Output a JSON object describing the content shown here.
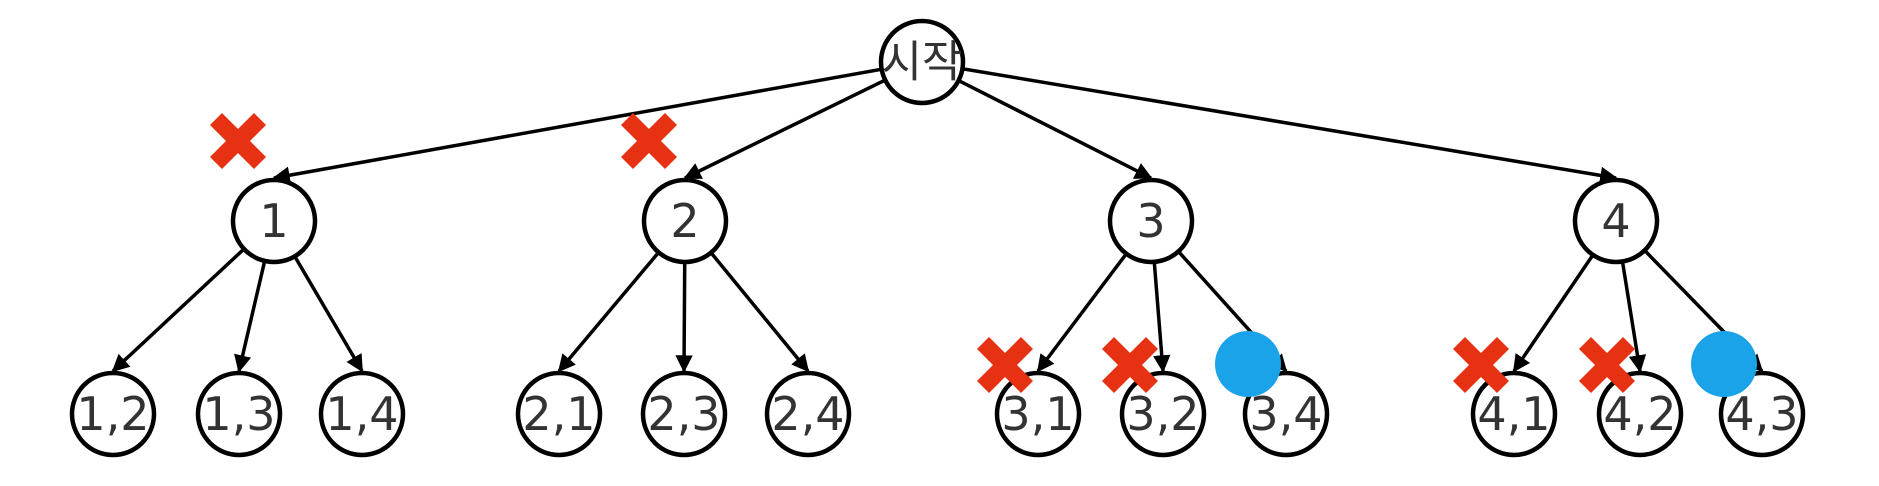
{
  "colors": {
    "background": "#ffffff",
    "node_stroke": "#000000",
    "label": "#333333",
    "pruned_mark": "#e63212",
    "success_mark": "#1aa3e8"
  },
  "root": {
    "label": "시작"
  },
  "level1": [
    {
      "label": "1",
      "mark": "x-icon"
    },
    {
      "label": "2",
      "mark": "x-icon"
    },
    {
      "label": "3",
      "mark": ""
    },
    {
      "label": "4",
      "mark": ""
    }
  ],
  "level2": [
    {
      "label": "1,2",
      "parent": "1",
      "mark": ""
    },
    {
      "label": "1,3",
      "parent": "1",
      "mark": ""
    },
    {
      "label": "1,4",
      "parent": "1",
      "mark": ""
    },
    {
      "label": "2,1",
      "parent": "2",
      "mark": ""
    },
    {
      "label": "2,3",
      "parent": "2",
      "mark": ""
    },
    {
      "label": "2,4",
      "parent": "2",
      "mark": ""
    },
    {
      "label": "3,1",
      "parent": "3",
      "mark": "x-icon"
    },
    {
      "label": "3,2",
      "parent": "3",
      "mark": "x-icon"
    },
    {
      "label": "3,4",
      "parent": "3",
      "mark": "dot-icon"
    },
    {
      "label": "4,1",
      "parent": "4",
      "mark": "x-icon"
    },
    {
      "label": "4,2",
      "parent": "4",
      "mark": "x-icon"
    },
    {
      "label": "4,3",
      "parent": "4",
      "mark": "dot-icon"
    }
  ]
}
